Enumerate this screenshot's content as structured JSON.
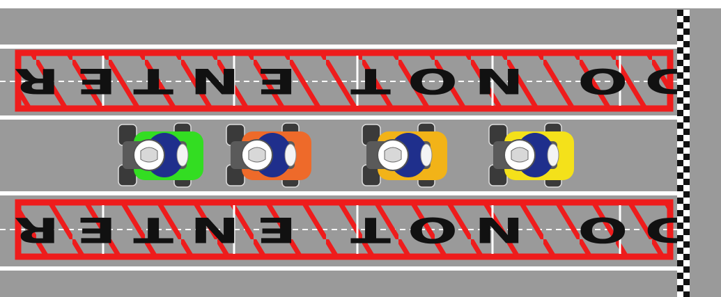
{
  "scene": "pit-lane-diagram",
  "colors": {
    "asphalt": "#9a9a9a",
    "line_white": "#ffffff",
    "zone_red": "#ee1c1c",
    "text_dark": "#111111",
    "checker_dark": "#111111"
  },
  "no_entry_zones": [
    {
      "text": "DO NOT ENTER"
    },
    {
      "text": "DO NOT ENTER"
    }
  ],
  "karts": [
    {
      "color": "#33dd22",
      "helmet": "white",
      "driver_suit": "#1f2f8c"
    },
    {
      "color": "#ee6a2a",
      "helmet": "white",
      "driver_suit": "#1f2f8c"
    },
    {
      "color": "#f2b318",
      "helmet": "white",
      "driver_suit": "#1f2f8c"
    },
    {
      "color": "#f4e11a",
      "helmet": "white",
      "driver_suit": "#1f2f8c"
    }
  ],
  "finish_line": {
    "pattern": "checkered"
  }
}
